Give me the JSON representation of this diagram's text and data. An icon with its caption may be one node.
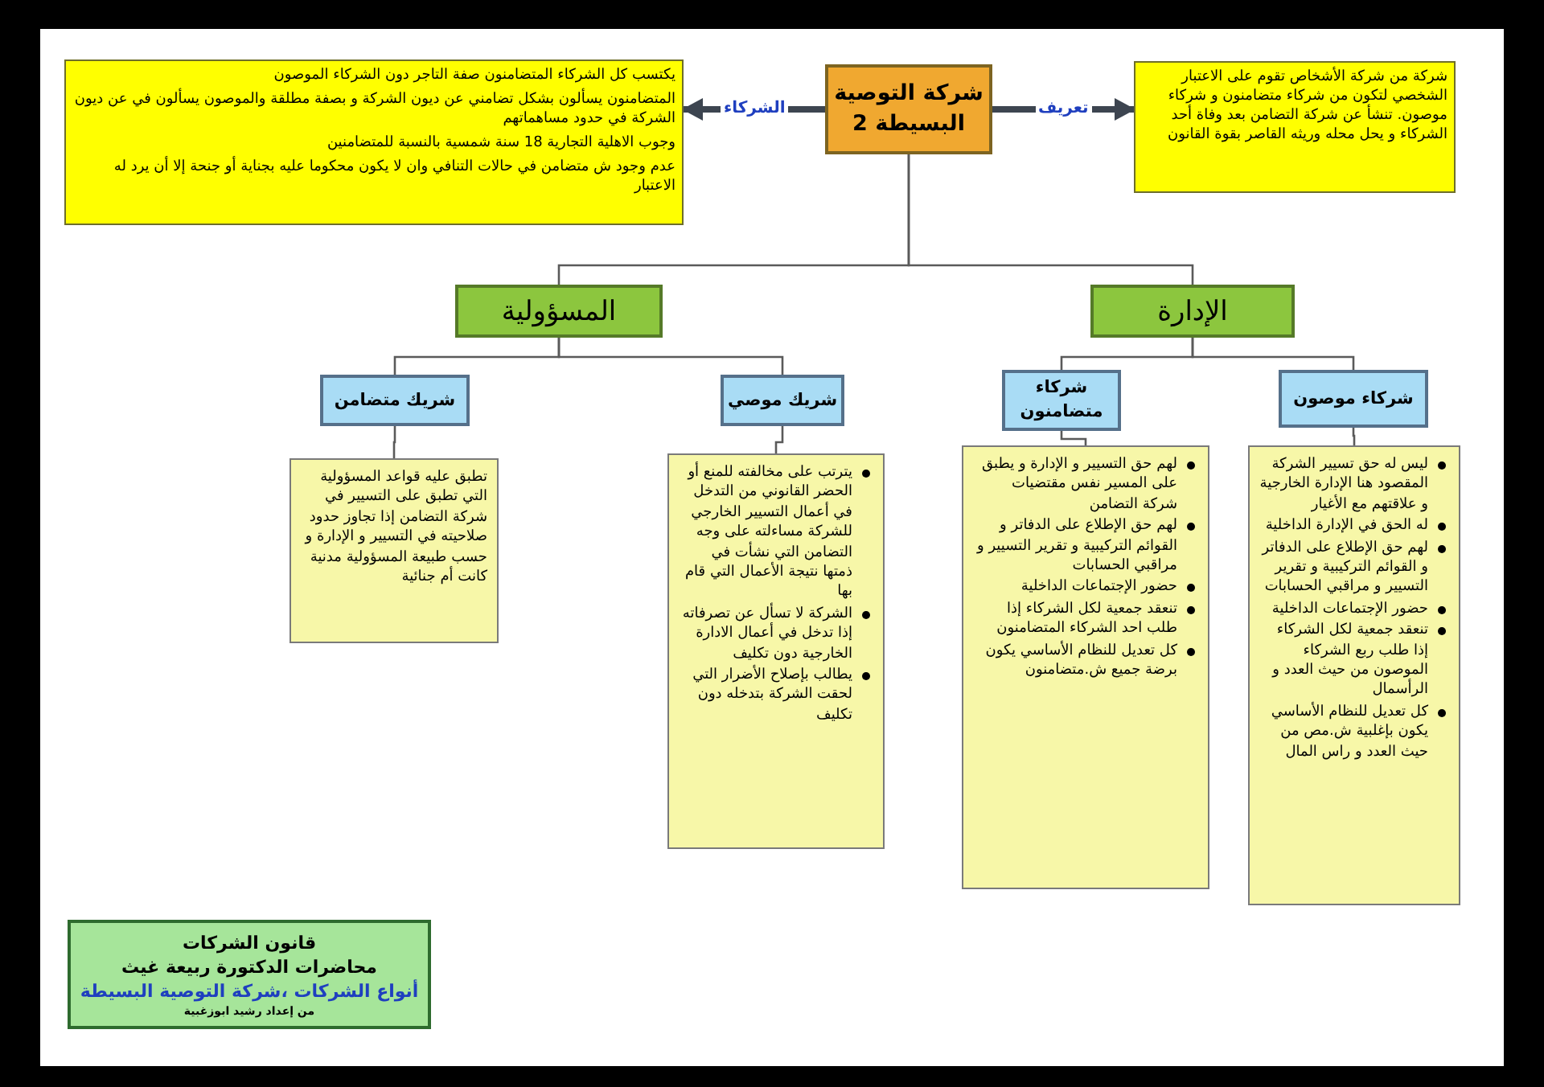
{
  "diagram": {
    "nodes": [
      {
        "text": [
          "شركة التوصية البسيطة 2"
        ]
      },
      {
        "text": [
          "يكتسب كل الشركاء المتضامنون صفة التاجر دون الشركاء الموصون",
          "المتضامنون يسألون بشكل تضامني عن ديون الشركة و بصفة مطلقة والموصون يسألون في عن ديون الشركة في حدود مساهماتهم",
          "وجوب الاهلية التجارية 18 سنة شمسية بالنسبة للمتضامنين",
          "عدم وجود ش متضامن في حالات التنافي وان لا يكون محكوما عليه بجناية أو جنحة إلا أن يرد له الاعتبار"
        ]
      },
      {
        "text": [
          "شركة من شركة الأشخاص تقوم على الاعتبار الشخصي لتكون من شركاء متضامنون و شركاء موصون. تنشأ عن شركة التضامن بعد وفاة أحد الشركاء و يحل محله وريثه القاصر بقوة القانون"
        ]
      },
      {
        "text": [
          "المسؤولية"
        ]
      },
      {
        "text": [
          "الإدارة"
        ]
      },
      {
        "text": [
          "شريك متضامن"
        ]
      },
      {
        "text": [
          "شريك موصي"
        ]
      },
      {
        "text": [
          "شركاء متضامنون"
        ]
      },
      {
        "text": [
          "شركاء موصون"
        ]
      },
      {
        "text": [
          "تطبق عليه قواعد المسؤولية التي تطبق على التسيير في شركة التضامن إذا تجاوز حدود صلاحيته في التسيير و الإدارة و حسب طبيعة المسؤولية مدنية كانت أم جنائية"
        ]
      },
      {
        "text": [
          "يترتب على مخالفته للمنع أو الحضر القانوني من التدخل في أعمال التسيير الخارجي للشركة مساءلته على وجه التضامن التي نشأت في ذمتها نتيجة الأعمال التي قام بها",
          "الشركة لا تسأل عن تصرفاته إذا تدخل في أعمال الادارة الخارجية دون تكليف",
          "يطالب بإصلاح الأضرار التي لحقت الشركة بتدخله دون تكليف"
        ]
      },
      {
        "text": [
          "لهم حق التسيير و الإدارة و يطبق على المسير نفس مقتضيات شركة التضامن",
          "لهم حق الإطلاع على الدفاتر و القوائم التركيبية و تقرير التسيير و مراقبي الحسابات",
          "حضور الإجتماعات الداخلية",
          "تنعقد جمعية لكل الشركاء إذا طلب احد الشركاء المتضامنون",
          "كل تعديل للنظام الأساسي يكون برضة جميع ش.متضامنون"
        ]
      },
      {
        "text": [
          "ليس له حق تسيير الشركة المقصود هنا الإدارة الخارجية و علاقتهم مع الأغيار",
          "له الحق في الإدارة الداخلية",
          "لهم حق الإطلاع على الدفاتر و القوائم التركيبية و تقرير التسيير و مراقبي الحسابات",
          "حضور الإجتماعات الداخلية",
          "تنعقد جمعية لكل الشركاء إذا طلب ربع الشركاء الموصون من حيث العدد و الرأسمال",
          "كل تعديل للنظام الأساسي يكون بإغلبية ش.مص من حيث العدد و راس المال"
        ]
      },
      {
        "text": [
          "قانون الشركات",
          "محاضرات الدكتورة ربيعة غيث",
          "أنواع الشركات ،شركة التوصية البسيطة",
          "من إعداد رشيد ابوزغبية"
        ]
      }
    ],
    "edges": [
      {
        "from": 0,
        "to": 1,
        "arrow": "to",
        "label": "الشركاء",
        "style": "thick"
      },
      {
        "from": 0,
        "to": 2,
        "arrow": "to",
        "label": "تعريف",
        "style": "thick"
      },
      {
        "from": 0,
        "to": 3,
        "arrow": "none"
      },
      {
        "from": 0,
        "to": 4,
        "arrow": "none"
      },
      {
        "from": 3,
        "to": 5,
        "arrow": "none"
      },
      {
        "from": 3,
        "to": 6,
        "arrow": "none"
      },
      {
        "from": 4,
        "to": 7,
        "arrow": "none"
      },
      {
        "from": 4,
        "to": 8,
        "arrow": "none"
      },
      {
        "from": 5,
        "to": 9,
        "arrow": "none"
      },
      {
        "from": 6,
        "to": 10,
        "arrow": "none"
      },
      {
        "from": 7,
        "to": 11,
        "arrow": "none"
      },
      {
        "from": 8,
        "to": 12,
        "arrow": "none"
      }
    ]
  }
}
